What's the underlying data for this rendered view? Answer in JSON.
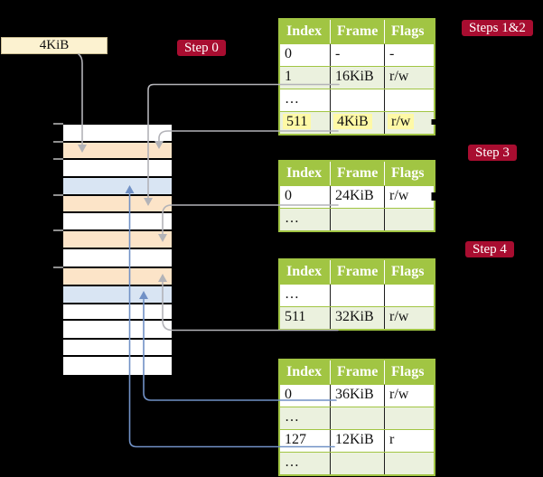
{
  "colors": {
    "background": "#000000",
    "table_header_green": "#a1c543",
    "table_row_green": "#ebf1de",
    "orange_row": "#fce4c8",
    "blue_row": "#d9e5f3",
    "cream_box": "#fcf2d0",
    "step_label_red": "#a80d30",
    "gray_arrow": "#b3b3b8",
    "blue_arrow": "#7191c6",
    "yellow_highlight": "#fef9a6"
  },
  "legend_box": {
    "label": "4KiB"
  },
  "step_labels": {
    "step0": "Step 0",
    "steps12": "Steps 1&2",
    "step3": "Step 3",
    "step4": "Step 4"
  },
  "memory": {
    "rows": [
      {
        "color": "white"
      },
      {
        "color": "orange"
      },
      {
        "color": "white"
      },
      {
        "color": "blue"
      },
      {
        "color": "orange"
      },
      {
        "color": "white"
      },
      {
        "color": "orange"
      },
      {
        "color": "white"
      },
      {
        "color": "orange"
      },
      {
        "color": "blue"
      },
      {
        "color": "white"
      },
      {
        "color": "white"
      },
      {
        "color": "white"
      },
      {
        "color": "white"
      }
    ]
  },
  "tables": [
    {
      "id": "t1",
      "headers": [
        "Index",
        "Frame",
        "Flags"
      ],
      "rows": [
        {
          "cells": [
            "0",
            "-",
            "-"
          ],
          "shaded": false,
          "highlighted": false
        },
        {
          "cells": [
            "1",
            "16KiB",
            "r/w"
          ],
          "shaded": true,
          "highlighted": false
        },
        {
          "cells": [
            "…",
            "",
            ""
          ],
          "shaded": false,
          "highlighted": false
        },
        {
          "cells": [
            "511",
            "4KiB",
            "r/w"
          ],
          "shaded": true,
          "highlighted": true
        }
      ]
    },
    {
      "id": "t2",
      "headers": [
        "Index",
        "Frame",
        "Flags"
      ],
      "rows": [
        {
          "cells": [
            "0",
            "24KiB",
            "r/w"
          ],
          "shaded": false,
          "highlighted": false
        },
        {
          "cells": [
            "…",
            "",
            ""
          ],
          "shaded": true,
          "highlighted": false
        }
      ]
    },
    {
      "id": "t3",
      "headers": [
        "Index",
        "Frame",
        "Flags"
      ],
      "rows": [
        {
          "cells": [
            "…",
            "",
            ""
          ],
          "shaded": false,
          "highlighted": false
        },
        {
          "cells": [
            "511",
            "32KiB",
            "r/w"
          ],
          "shaded": true,
          "highlighted": false
        }
      ]
    },
    {
      "id": "t4",
      "headers": [
        "Index",
        "Frame",
        "Flags"
      ],
      "rows": [
        {
          "cells": [
            "0",
            "36KiB",
            "r/w"
          ],
          "shaded": false,
          "highlighted": false
        },
        {
          "cells": [
            "…",
            "",
            ""
          ],
          "shaded": true,
          "highlighted": false
        },
        {
          "cells": [
            "127",
            "12KiB",
            "r"
          ],
          "shaded": false,
          "highlighted": false
        },
        {
          "cells": [
            "…",
            "",
            ""
          ],
          "shaded": true,
          "highlighted": false
        }
      ]
    }
  ]
}
